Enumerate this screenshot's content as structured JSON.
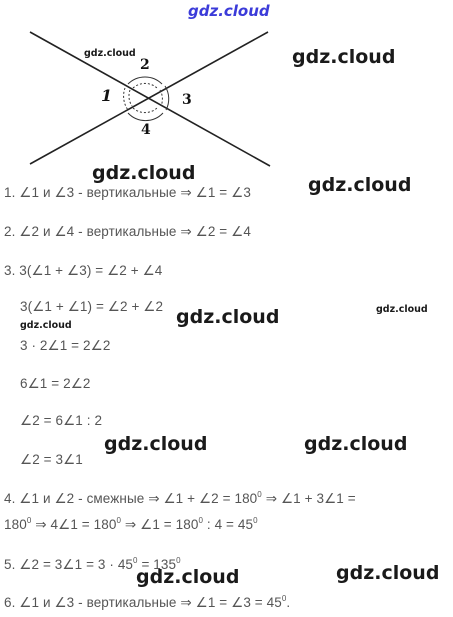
{
  "watermark": "gdz.cloud",
  "diagram": {
    "labels": [
      "1",
      "2",
      "3",
      "4"
    ]
  },
  "lines": [
    "1. ∠1 и ∠3 - вертикальные ⇒ ∠1 = ∠3",
    "2. ∠2 и ∠4 - вертикальные ⇒ ∠2 = ∠4",
    "3. 3(∠1 + ∠3) = ∠2 + ∠4",
    "3(∠1 + ∠1) = ∠2 + ∠2",
    "3 · 2∠1 = 2∠2",
    "6∠1 = 2∠2",
    "∠2 = 6∠1 : 2",
    "∠2 = 3∠1",
    "4. ∠1 и ∠2 - смежные ⇒ ∠1 + ∠2 = 180",
    "⇒ ∠1 + 3∠1 =",
    "180",
    "⇒ 4∠1 = 180",
    "⇒ ∠1 = 180",
    ": 4 = 45",
    "5. ∠2 = 3∠1 = 3 · 45",
    " = 135",
    "6. ∠1 и ∠3 - вертикальные ⇒ ∠1 = ∠3 = 45",
    "."
  ],
  "degree_mark": "0"
}
